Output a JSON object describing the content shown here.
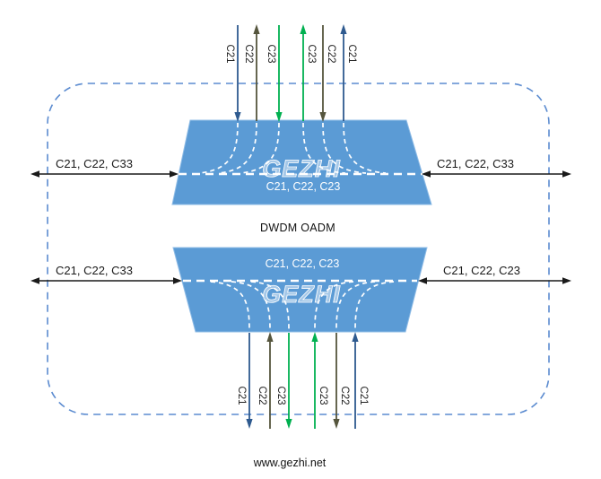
{
  "title": "DWDM OADM",
  "footer": "www.gezhi.net",
  "watermark": "GEZHI",
  "colors": {
    "c21": "#2E5A8F",
    "c22": "#55553D",
    "c23": "#00B050",
    "mux_fill": "#5B9BD5",
    "mux_edge": "#8FBCE6",
    "ring_dash": "#5B8BD0",
    "line_black": "#1a1a1a",
    "white": "#ffffff"
  },
  "muxes": {
    "top": {
      "channels": "C21, C22, C23"
    },
    "bottom": {
      "channels": "C21, C22, C23"
    }
  },
  "express": {
    "top_left": "C21, C22, C33",
    "top_right": "C21, C22, C33",
    "bottom_left": "C21, C22, C33",
    "bottom_right": "C21, C22, C23"
  },
  "ports": {
    "top": [
      "C21",
      "C22",
      "C23",
      "C23",
      "C22",
      "C21"
    ],
    "bottom": [
      "C21",
      "C22",
      "C23",
      "C23",
      "C22",
      "C21"
    ]
  }
}
